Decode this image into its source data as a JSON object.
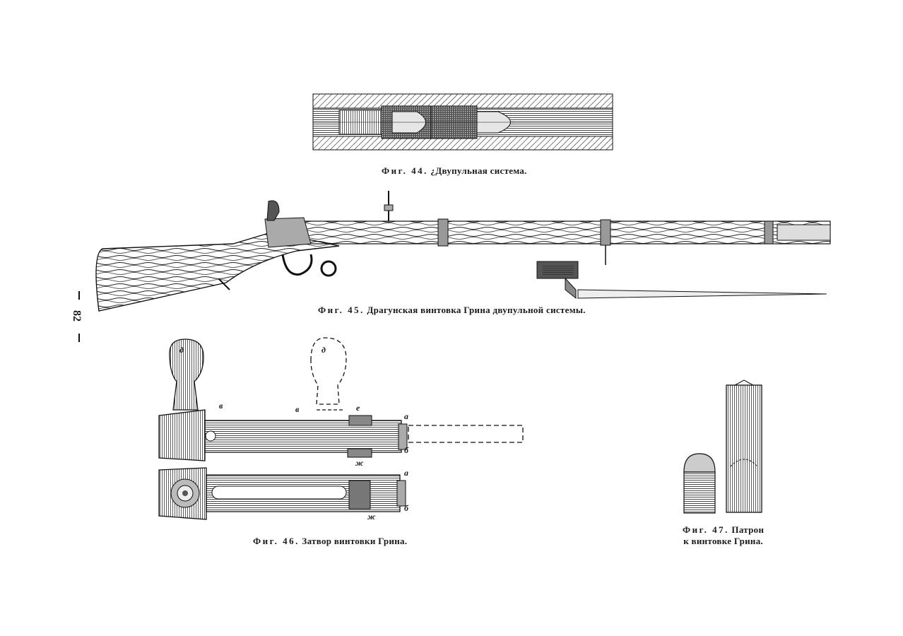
{
  "page_number": "82",
  "figures": [
    {
      "label": "Фиг. 44.",
      "title": "¿Двупульная система."
    },
    {
      "label": "Фиг. 45.",
      "title": "Драгунская винтовка Грина двупульной системы."
    },
    {
      "label": "Фиг. 46.",
      "title": "Затвор винтовки Грина."
    },
    {
      "label": "Фиг. 47.",
      "title": "Патрон",
      "title_line2": "к винтовке Грина."
    }
  ],
  "part_letters": {
    "d": "д",
    "v": "в",
    "e": "е",
    "a": "а",
    "b": "б",
    "zh": "ж"
  },
  "colors": {
    "ink": "#1a1a1a",
    "paper": "#ffffff"
  }
}
